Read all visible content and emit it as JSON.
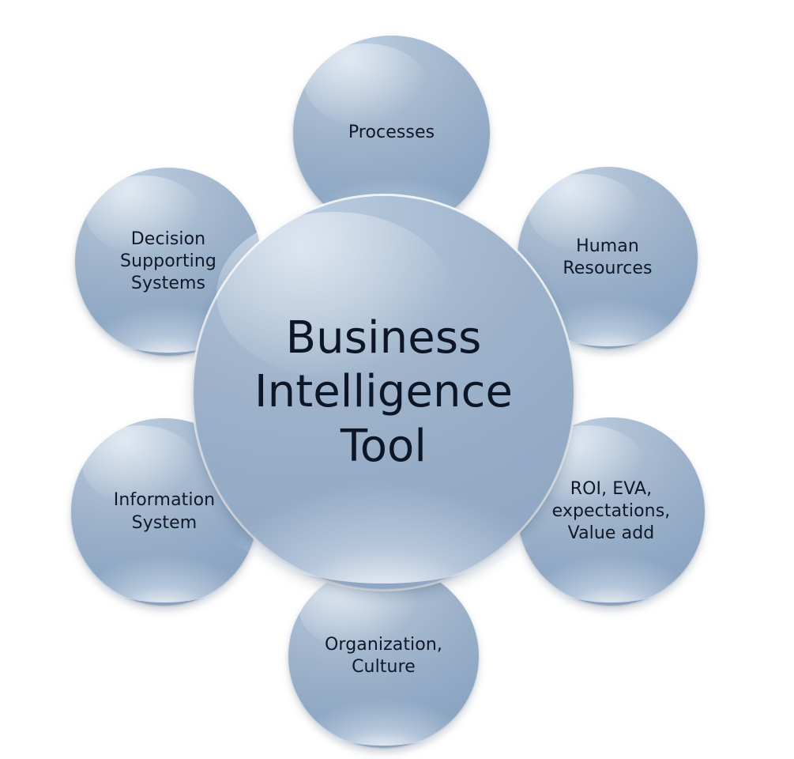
{
  "diagram": {
    "type": "hub-and-spoke",
    "background_color": "#ffffff",
    "bubble_color": "#9db2ca",
    "bubble_highlight_color": "#bfd0e2",
    "text_color": "#101828",
    "center": {
      "label": "Business\nIntelligence\nTool"
    },
    "satellites": [
      {
        "id": "processes",
        "label": "Processes",
        "position": "top"
      },
      {
        "id": "human-resources",
        "label": "Human\nResources",
        "position": "top-right"
      },
      {
        "id": "roi-eva",
        "label": "ROI, EVA,\nexpectations,\nValue add",
        "position": "bottom-right"
      },
      {
        "id": "organization-culture",
        "label": "Organization,\nCulture",
        "position": "bottom"
      },
      {
        "id": "information-system",
        "label": "Information\nSystem",
        "position": "bottom-left"
      },
      {
        "id": "decision-supporting-systems",
        "label": "Decision\nSupporting\nSystems",
        "position": "top-left"
      }
    ]
  }
}
